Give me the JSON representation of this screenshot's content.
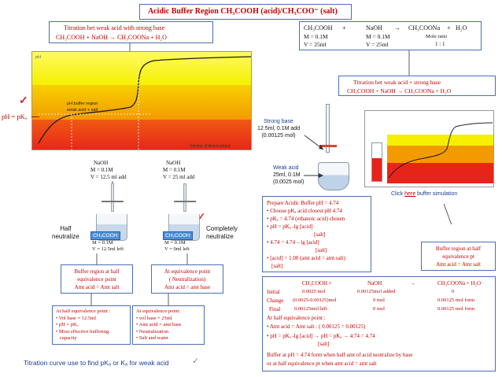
{
  "header": {
    "title": "Acidic Buffer Region CH₃COOH (acid)/CH₃COO⁻ (salt)"
  },
  "titration_box_left": {
    "line1": "Titration bet weak acid  with strong base",
    "line2": "CH₃COOH + NaOH → CH₃COONa + H₂O"
  },
  "equation_box_right": {
    "row1": [
      "CH₃COOH",
      "+",
      "NaOH",
      "→",
      "CH₃COONa",
      "+",
      "H₂O"
    ],
    "row2": [
      "M = 0.1M",
      "M = 0.1M",
      "Mole ratio"
    ],
    "row3": [
      "V = 25ml",
      "V = 25ml",
      "1 : 1"
    ]
  },
  "titration_box_right": {
    "line1": "Titration bet weak acid + strong base",
    "line2": "CH₃COOH + NaOH → CH₃COONa + H₂O"
  },
  "chart": {
    "y_label": "pH",
    "x_label": "Volume of titrant added",
    "region_label_1": "pH buffer region",
    "region_label_2": "weak acid + salt",
    "colors": {
      "top": "#f5f000",
      "middle": "#f39a00",
      "bottom": "#e8241a"
    }
  },
  "side_label": "pH = pKₐ",
  "naoh_left": {
    "l1": "NaOH",
    "l2": "M = 0.1M",
    "l3": "V = 12.5 ml add"
  },
  "naoh_right": {
    "l1": "NaOH",
    "l2": "M = 0.1M",
    "l3": "V = 25 ml add"
  },
  "half_neutralize": {
    "l1": "Half",
    "l2": "neutralize"
  },
  "completely_neutralize": {
    "l1": "Completely",
    "l2": "neutralize"
  },
  "beaker_left": {
    "label": "CH₃COOH",
    "l1": "M = 0.1M",
    "l2": "V = 12.5ml left"
  },
  "beaker_right": {
    "label": "CH₃COOH",
    "l1": "M = 0.1M",
    "l2": "V = 0ml left"
  },
  "buffer_half_box": {
    "l1": "Buffer region at half",
    "l2": "equivalence point",
    "l3": "Amt acid = Amt salt"
  },
  "equiv_point_box": {
    "l1": "At equivalence point",
    "l2": "( Neutralization)",
    "l3": "Amt acid = amt base"
  },
  "half_point_detail": {
    "title": "At half equivalence point :",
    "items": [
      "• Vol base = 12.5ml",
      "• pH = pKₐ",
      "• Most effective buffering",
      "  capacity"
    ]
  },
  "equiv_detail": {
    "title": "At equivalence point:",
    "items": [
      "• vol base = 25ml",
      "• Amt acid = amt base",
      "• Neutralization",
      "• Salt and water"
    ]
  },
  "footer_caption": "Titration curve use to find pKₐ or Kₐ for weak acid",
  "strong_base": {
    "l1": "Strong base",
    "l2": "12.5ml, 0.1M add",
    "l3": "(0.00125 mol)"
  },
  "weak_acid": {
    "l1": "Weak acid",
    "l2": "25ml, 0.1M",
    "l3": "(0.0025 mol)"
  },
  "simulation_link": {
    "prefix": "Click ",
    "link": "here",
    "suffix": " buffer simulation"
  },
  "prepare_box": {
    "title": "Prepare  Acidic Buffer  pH = 4.74",
    "l1": "• Choose pKₐ acid closest pH 4.74",
    "l2": "• pKₐ = 4.74 (ethanoic acid) chosen",
    "l3": "• pH = pKₐ  -lg [acid]",
    "l3b": "[salt]",
    "l4": "• 4.74 = 4.74 – lg [acid]",
    "l4b": "[salt]",
    "l5": "• [acid] = 1.00 (amt acid = amt salt)",
    "l5b": "[salt]"
  },
  "buffer_equiv_box": {
    "l1": "Buffer region at half",
    "l2": "equivalence pt",
    "l3": "Amt acid = Amt salt"
  },
  "table_box": {
    "header": [
      "CH₃COOH +",
      "NaOH",
      "→",
      "CH₃COONa + H₂O"
    ],
    "rows": [
      [
        "Initial",
        "0.0025 mol",
        "0.00125mol added",
        "0"
      ],
      [
        "Change",
        "(0.0025-0.00125)mol",
        "0 mol",
        "0.00125 mol form"
      ],
      [
        "Final",
        "0.00125mol left",
        "0 mol",
        "0.00125 mol form"
      ]
    ],
    "half_title": "At half equivalence point :",
    "half_l1": "• Amt acid = Amt salt  : ( 0.00125 = 0.00125)",
    "half_l2": "• pH = pKₐ  -lg  [acid]  → pH = pKₐ  →  4.74 = 4.74",
    "half_l2b": "[salt]",
    "foot_l1": "Buffer at pH = 4.74 form when half amt of acid neutralize by base",
    "foot_l2": "or at half equivalence pt when amt acid = amt salt"
  }
}
